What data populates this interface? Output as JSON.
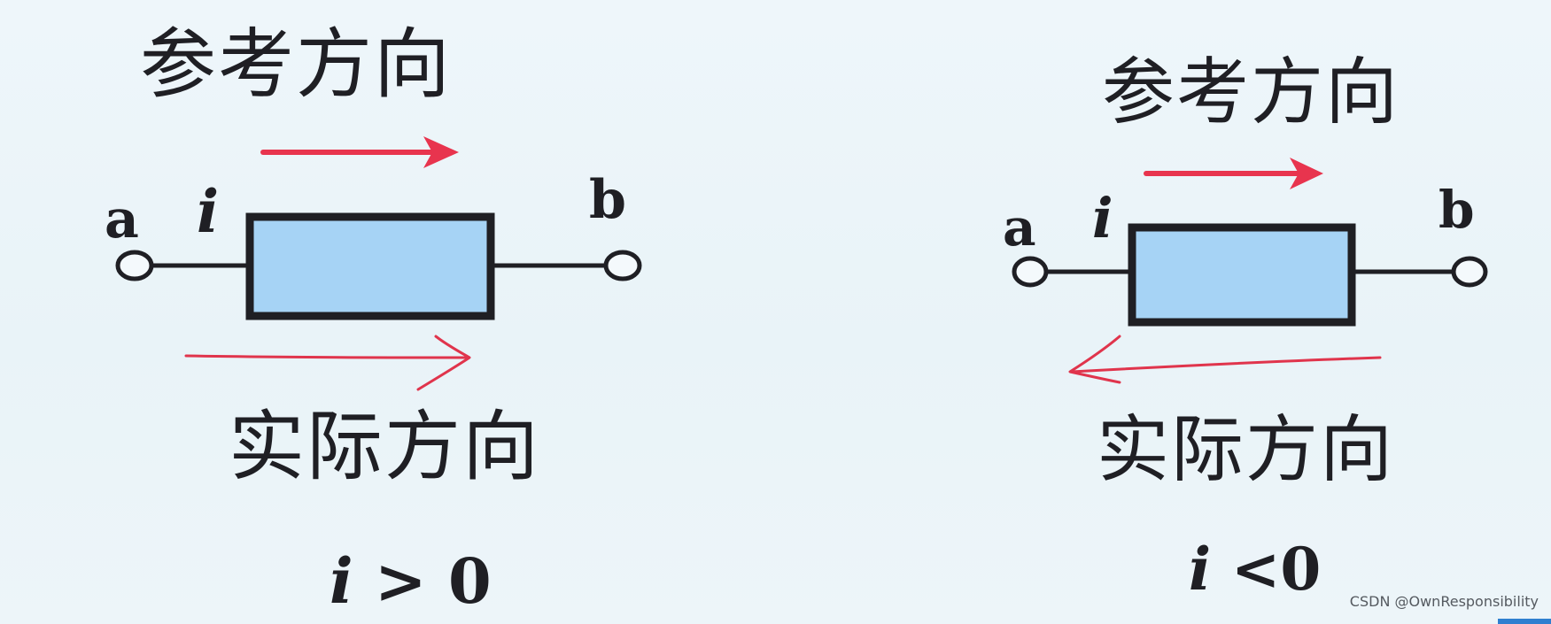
{
  "left": {
    "reference_label": "参考方向",
    "actual_label": "实际方向",
    "terminal_a": "a",
    "terminal_b": "b",
    "current_symbol": "i",
    "condition_var": "i",
    "condition_rest": " > 0"
  },
  "right": {
    "reference_label": "参考方向",
    "actual_label": "实际方向",
    "terminal_a": "a",
    "terminal_b": "b",
    "current_symbol": "i",
    "condition_var": "i",
    "condition_rest": " <0"
  },
  "watermark": "CSDN @OwnResponsibility",
  "colors": {
    "resistor_fill": "#a6d3f5",
    "resistor_border": "#1f1f24",
    "wire": "#1f1f24",
    "reference_arrow": "#e8344e",
    "actual_arrow": "#e0344c",
    "text": "#1f1f24"
  }
}
